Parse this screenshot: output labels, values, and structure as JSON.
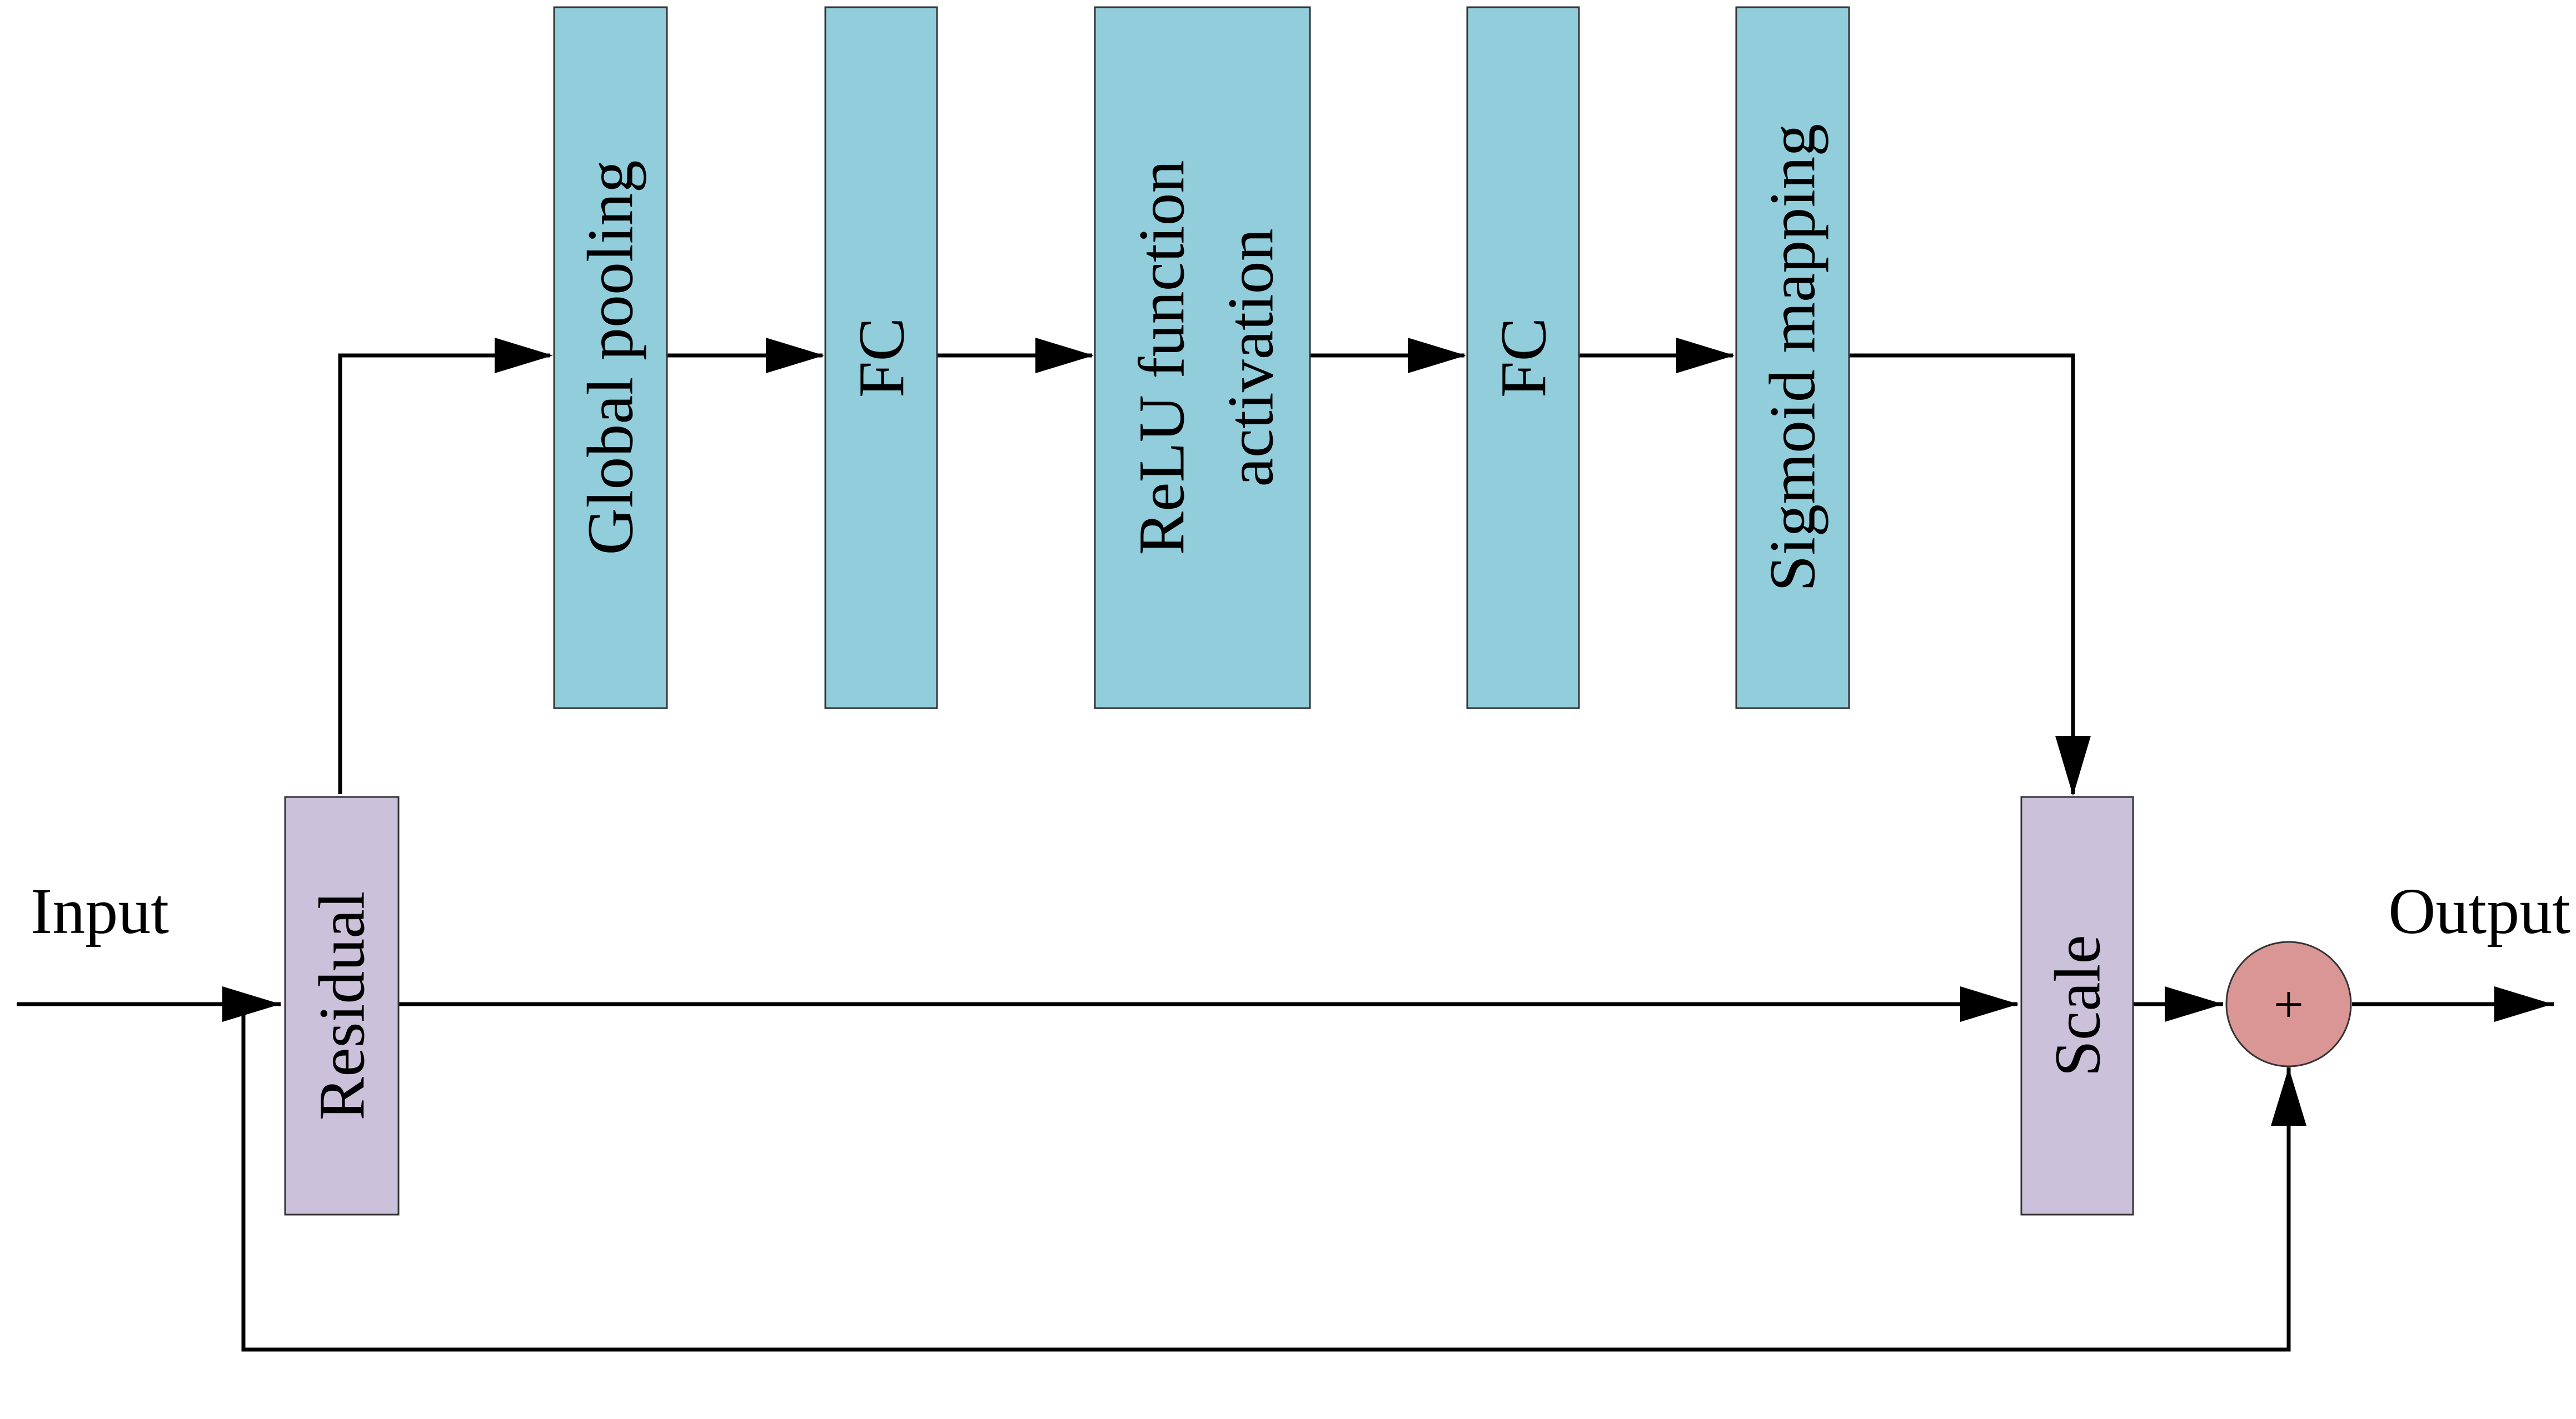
{
  "colors": {
    "teal_block": "#92CDDC",
    "lavender_block": "#CCC1DA",
    "sum_node": "#D99694",
    "line": "#000000"
  },
  "labels": {
    "input": "Input",
    "output": "Output"
  },
  "blocks": {
    "global_pooling": "Global pooling",
    "fc1": "FC",
    "relu_line1": "ReLU function",
    "relu_line2": "activation",
    "fc2": "FC",
    "sigmoid": "Sigmoid mapping",
    "residual": "Residual",
    "scale": "Scale"
  },
  "sum_node": {
    "symbol": "+"
  }
}
